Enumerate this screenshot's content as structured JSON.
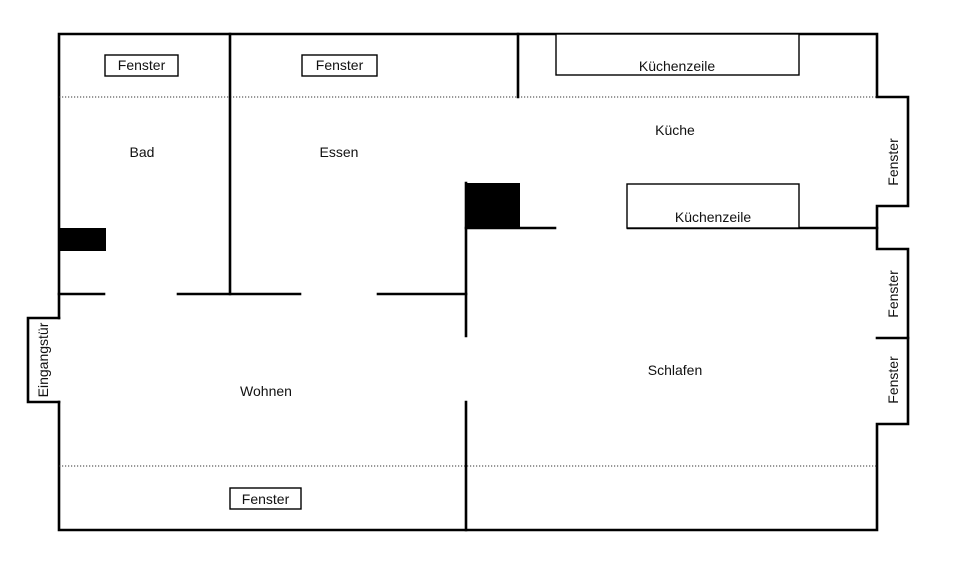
{
  "rooms": {
    "bad": "Bad",
    "essen": "Essen",
    "kueche": "Küche",
    "wohnen": "Wohnen",
    "schlafen": "Schlafen"
  },
  "labels": {
    "fenster": "Fenster",
    "kuechenzeile": "Küchenzeile",
    "eingangstuer": "Eingangstür"
  }
}
